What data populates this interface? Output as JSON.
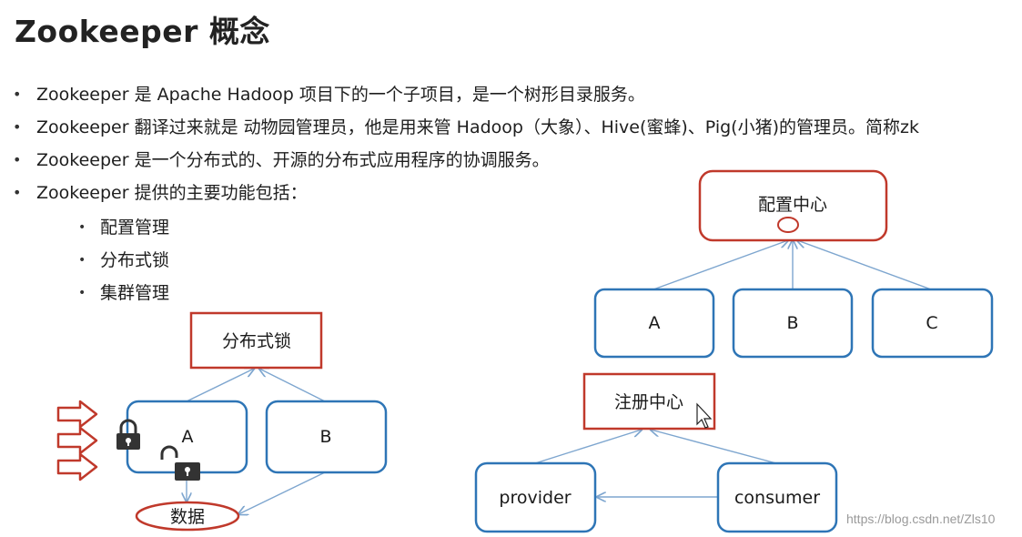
{
  "slide": {
    "title": "Zookeeper 概念",
    "bullets": [
      "Zookeeper 是 Apache Hadoop 项目下的一个子项目，是一个树形目录服务。",
      "Zookeeper 翻译过来就是 动物园管理员，他是用来管 Hadoop（大象）、Hive(蜜蜂)、Pig(小猪)的管理员。简称zk",
      "Zookeeper 是一个分布式的、开源的分布式应用程序的协调服务。",
      "Zookeeper 提供的主要功能包括："
    ],
    "features": [
      "配置管理",
      "分布式锁",
      "集群管理"
    ]
  },
  "diagram_config": {
    "center": "配置中心",
    "nodes": [
      "A",
      "B",
      "C"
    ]
  },
  "diagram_lock": {
    "lock": "分布式锁",
    "node_a": "A",
    "node_b": "B",
    "data": "数据"
  },
  "diagram_registry": {
    "registry": "注册中心",
    "provider": "provider",
    "consumer": "consumer"
  },
  "colors": {
    "red_box": "#c0392b",
    "blue_box": "#2e75b6",
    "arrow": "#7ea6cf",
    "lock_icon": "#333333"
  },
  "watermark": "https://blog.csdn.net/Zls10"
}
